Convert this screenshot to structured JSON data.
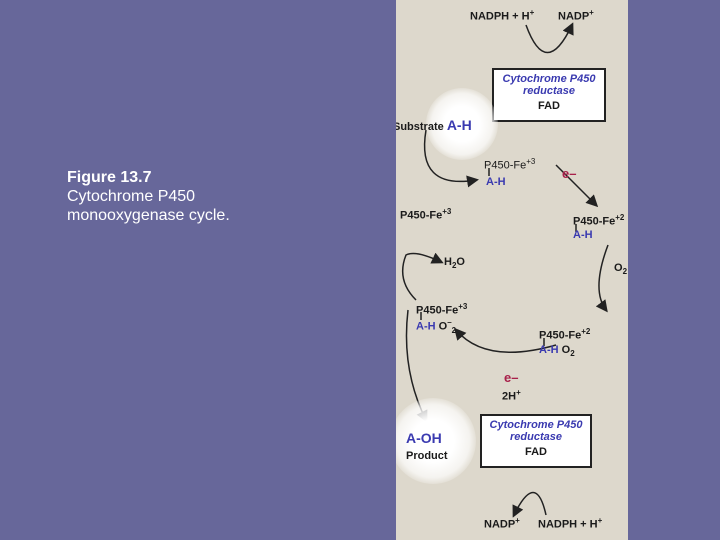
{
  "caption": {
    "title": "Figure 13.7",
    "description": "Cytochrome P450\nmonooxygenase cycle."
  },
  "cycle": {
    "top_cofactor_left": "NADPH + H",
    "top_cofactor_right": "NADP",
    "reductase_top": {
      "name": "Cytochrome P450\nreductase",
      "cofactor": "FAD"
    },
    "substrate_label": "Substrate",
    "ah": "A-H",
    "p450_fe3": "P450-Fe",
    "p450_fe2": "P450-Fe",
    "charge_3": "+3",
    "charge_2": "+2",
    "electron": "e–",
    "o2": "O",
    "h2o": "H",
    "h2o_tail": "O",
    "two_h": "2H",
    "product_label": "Product",
    "aoh": "A-OH",
    "reductase_bottom": {
      "name": "Cytochrome P450\nreductase",
      "cofactor": "FAD"
    },
    "bottom_cofactor_left": "NADP",
    "bottom_cofactor_right": "NADPH + H",
    "plus": "+",
    "sub2": "2",
    "o2_super": "–"
  },
  "colors": {
    "background": "#67679a",
    "panel": "#ddd8cc",
    "highlight": "#3a3ab0",
    "electron": "#a8204a"
  }
}
